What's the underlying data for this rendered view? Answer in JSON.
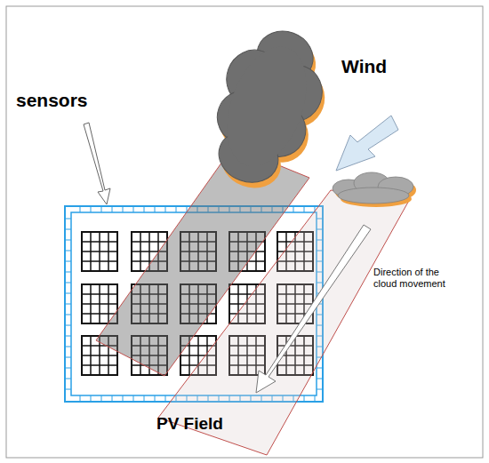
{
  "diagram": {
    "labels": [
      "sensors",
      "Wind",
      "Direction of the cloud movement",
      "PV Field"
    ]
  }
}
